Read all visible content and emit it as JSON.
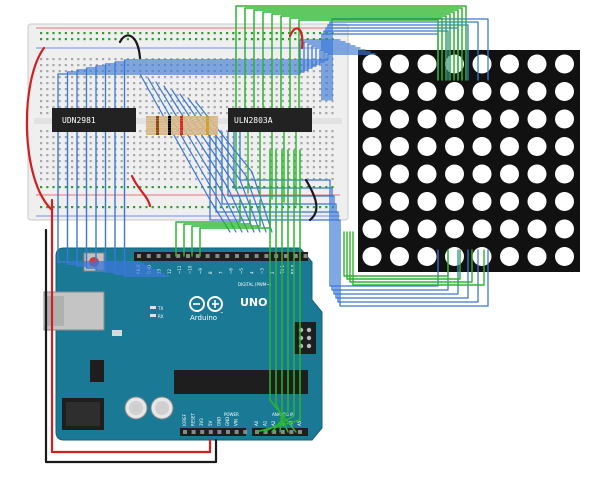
{
  "breadboard": {
    "chip_left_label": "UDN2981",
    "chip_right_label": "ULN2803A"
  },
  "arduino": {
    "brand": "Arduino",
    "model": "UNO",
    "tm": "™",
    "led_tx": "TX",
    "led_rx": "RX",
    "header_labels": [
      "IOREF",
      "RESET",
      "3V3",
      "5V",
      "GND",
      "GND",
      "VIN"
    ],
    "power_label": "POWER",
    "analog_label": "ANALOG IN",
    "analog_pins": [
      "A0",
      "A1",
      "A2",
      "A3",
      "A4",
      "A5"
    ],
    "digital_pins": [
      "AREF",
      "GND",
      "13",
      "12",
      "~11",
      "~10",
      "~9",
      "8",
      "7",
      "~6",
      "~5",
      "4",
      "~3",
      "2",
      "TX 1",
      "RX 0"
    ],
    "digital_label": "DIGITAL (PWM~)"
  },
  "matrix": {
    "rows": 8,
    "cols": 8
  },
  "colors": {
    "wire_blue": "#3a78d6",
    "wire_green": "#2bb52b",
    "wire_red": "#d21f1f",
    "wire_black": "#1a1a1a",
    "board_teal": "#1a7a95",
    "matrix_bg": "#111111",
    "led_off": "#ffffff",
    "chip": "#222222",
    "breadboard": "#efefef"
  }
}
